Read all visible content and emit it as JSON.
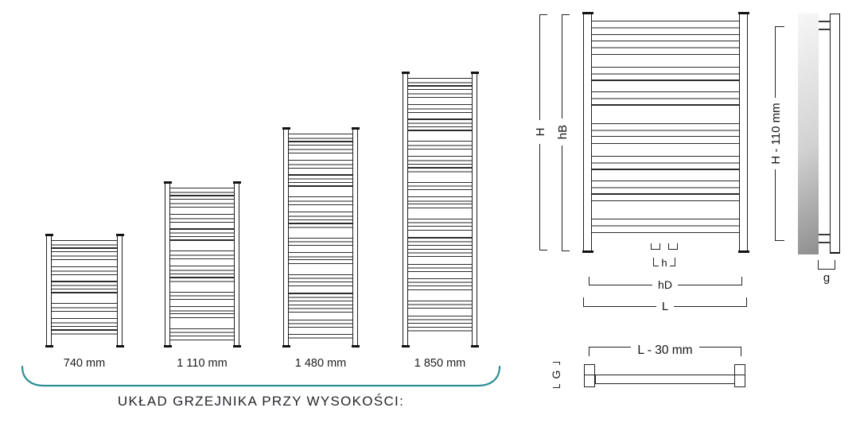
{
  "colors": {
    "accent": "#2b8f96",
    "line": "#222222"
  },
  "left_panel": {
    "caption": "UKŁAD GRZEJNIKA PRZY WYSOKOŚCI:",
    "radiators": [
      {
        "label": "740 mm"
      },
      {
        "label": "1 110 mm"
      },
      {
        "label": "1 480 mm"
      },
      {
        "label": "1 850 mm"
      }
    ]
  },
  "right_panel": {
    "front_view": {
      "dim_total_height": "H",
      "dim_bed_height": "hB",
      "dim_connection_spacing": "h",
      "dim_connection_width": "hD",
      "dim_length": "L"
    },
    "side_view": {
      "dim_mount_height": "H - 110 mm",
      "dim_wall_clearance": "g"
    },
    "top_view": {
      "dim_bracket_span": "L - 30 mm",
      "dim_depth": "G"
    }
  }
}
